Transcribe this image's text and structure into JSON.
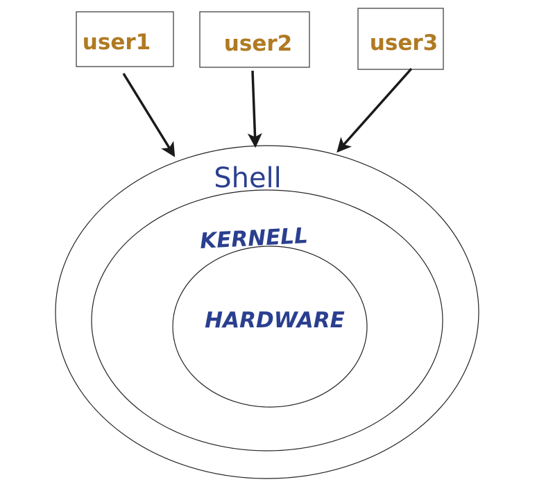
{
  "users": [
    "user1",
    "user2",
    "user3"
  ],
  "layers": {
    "shell": "Shell",
    "kernel": "KERNELL",
    "hardware": "HARDWARE"
  },
  "colors": {
    "user_text": "#b07a22",
    "layer_text": "#2a3f8f",
    "stroke": "#1a1a1a",
    "background": "#ffffff"
  }
}
